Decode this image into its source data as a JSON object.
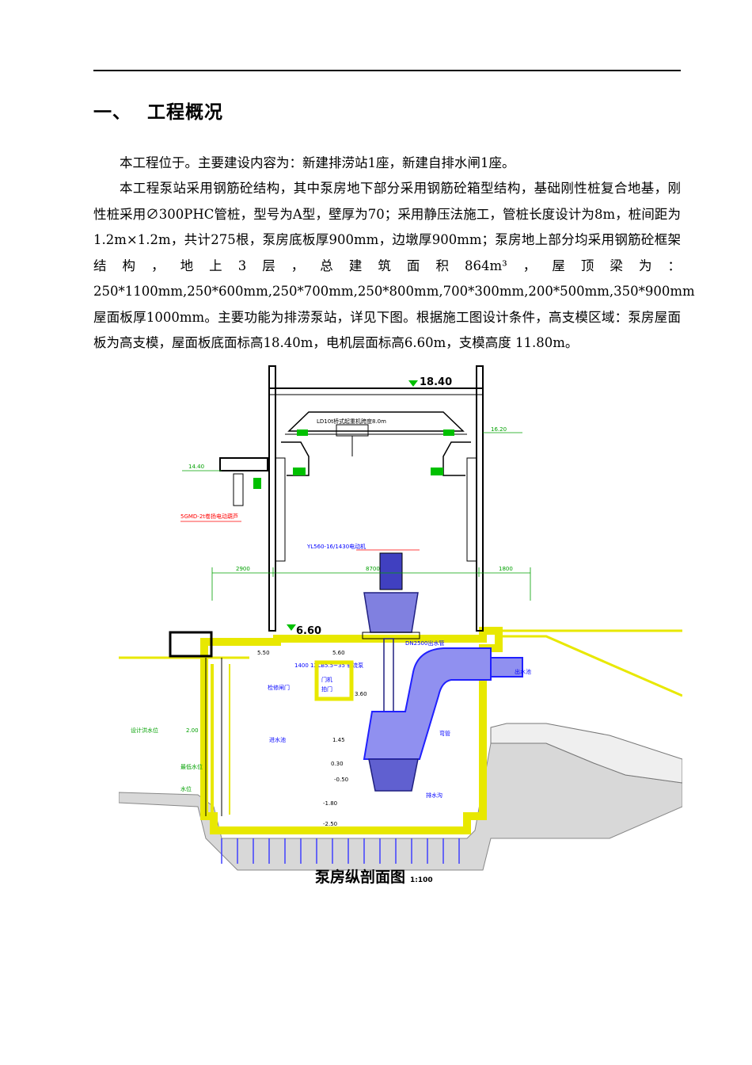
{
  "section": {
    "number": "一、",
    "title": "工程概况"
  },
  "paragraphs": [
    "本工程位于。主要建设内容为：新建排涝站1座，新建自排水闸1座。",
    "本工程泵站采用钢筋砼结构，其中泵房地下部分采用钢筋砼箱型结构，基础刚性桩复合地基，刚性桩采用∅300PHC管桩，型号为A型，壁厚为70；采用静压法施工，管桩长度设计为8m，桩间距为1.2m×1.2m，共计275根，泵房底板厚900mm，边墩厚900mm；泵房地上部分均采用钢筋砼框架结构，地上3层，总建筑面积864m³，屋顶梁为：250*1100mm,250*600mm,250*700mm,250*800mm,700*300mm,200*500mm,350*900mm屋面板厚1000mm。主要功能为排涝泵站，详见下图。根据施工图设计条件，高支模区域：泵房屋面板为高支模，屋面板底面标高18.40m，电机层面标高6.60m，支模高度 11.80m。"
  ],
  "figure": {
    "caption": "泵房纵剖面图",
    "scale": "1:100",
    "labels": {
      "roof_elev": "18.40",
      "crane": "LD10t桥式起重机跨度8.0m",
      "elev_1620": "16.20",
      "elev_1440": "14.40",
      "hoist": "5GMD-2t卷扬电动葫芦",
      "motor": "YL560-16/1430电动机",
      "dim_left": "2900",
      "dim_mid": "8700",
      "dim_right": "1800",
      "motor_floor": "6.60",
      "elev_560": "5.60",
      "elev_550": "5.50",
      "pipe": "DN2500出水管",
      "pump": "1400 1ZLB5.5~35 轴流泵",
      "gate": "门机",
      "valve": "拍门",
      "elev_360": "3.60",
      "elev_145": "1.45",
      "elev_030": "0.30",
      "elev_m050": "-0.50",
      "elev_m180": "-1.80",
      "elev_m250": "-2.50",
      "design_level": "设计洪水位",
      "elev_200": "2.00",
      "low_level": "最低水位",
      "water_level": "水位",
      "inlet": "进水池",
      "stop_log": "检修闸门",
      "outflow": "出水池",
      "drainage": "排水沟",
      "elbow": "弯管"
    }
  },
  "colors": {
    "concrete": "#e8e800",
    "steel": "#000000",
    "pipe": "#2020ff",
    "motor": "#202080",
    "green_mark": "#00c000",
    "dim_line": "#00a000",
    "label": "#0000ff",
    "soil": "#a0a0a0"
  }
}
